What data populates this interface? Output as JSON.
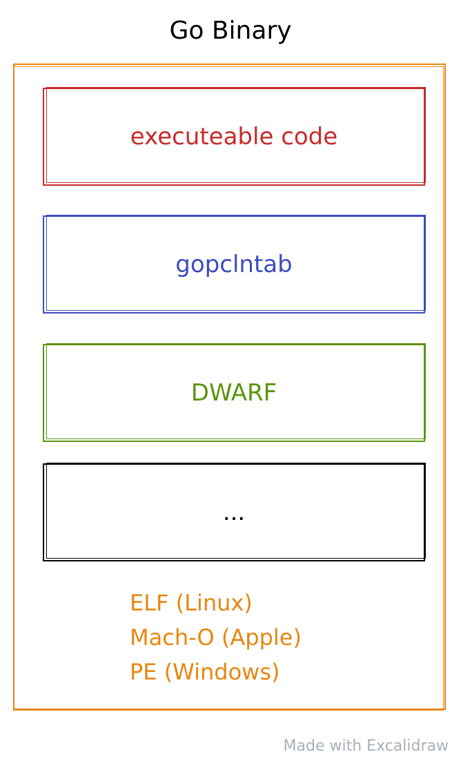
{
  "title": "Go Binary",
  "colors": {
    "outer": "#e8860f",
    "executable": "#c92a2a",
    "gopclntab": "#3b4cc0",
    "dwarf": "#5c940d",
    "other": "#000000",
    "formats": "#e8860f",
    "watermark": "#a8b0b8"
  },
  "sections": [
    {
      "label": "executeable code"
    },
    {
      "label": "gopclntab"
    },
    {
      "label": "DWARF"
    },
    {
      "label": "..."
    }
  ],
  "formats": [
    "ELF (Linux)",
    "Mach-O (Apple)",
    "PE (Windows)"
  ],
  "watermark": "Made with Excalidraw"
}
